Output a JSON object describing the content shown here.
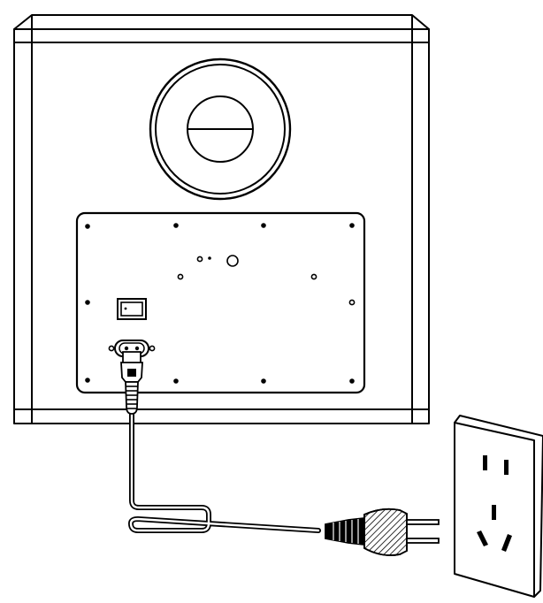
{
  "diagram": {
    "kind": "line-art-illustration",
    "subject": "subwoofer-rear-panel-power-connection",
    "colors": {
      "line": "#000000",
      "background": "#ffffff",
      "switch_fill": "#000000"
    },
    "parts": [
      {
        "id": "speaker-cabinet",
        "icon": "cabinet-icon"
      },
      {
        "id": "bass-port",
        "icon": "port-icon"
      },
      {
        "id": "rear-panel",
        "icon": "panel-icon"
      },
      {
        "id": "power-switch",
        "icon": "rocker-switch-icon"
      },
      {
        "id": "ac-inlet",
        "icon": "figure-8-socket-icon"
      },
      {
        "id": "power-cord",
        "icon": "cable-icon"
      },
      {
        "id": "mains-plug",
        "icon": "two-pin-plug-icon"
      },
      {
        "id": "wall-outlet",
        "icon": "outlet-icon"
      }
    ]
  }
}
